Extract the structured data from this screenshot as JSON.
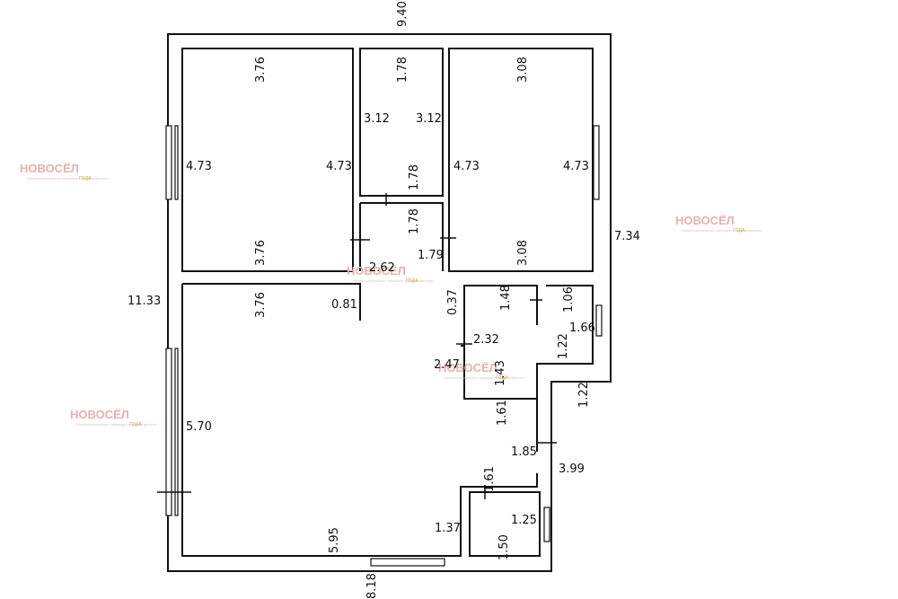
{
  "plan": {
    "overall": {
      "top": "9.40",
      "left": "11.33",
      "right": "7.34",
      "bottom": "8.18",
      "right_lower": "3.99"
    },
    "room_nw": {
      "top": "3.76",
      "bottom": "3.76",
      "left": "4.73",
      "right": "4.73"
    },
    "room_bath": {
      "top": "1.78",
      "left": "3.12",
      "right": "3.12",
      "bottom": "1.78"
    },
    "room_ne": {
      "top": "3.08",
      "bottom": "3.08",
      "left": "4.73",
      "right": "4.73"
    },
    "hall": {
      "width": "1.78",
      "right": "1.79",
      "bottom": "2.62"
    },
    "living": {
      "top": "3.76",
      "nook": "0.81",
      "left": "5.70",
      "bottom": "5.95",
      "right_low": "1.37",
      "gap": "0.37",
      "corridor": "2.47"
    },
    "small_room": {
      "top": "1.48",
      "left": "2.32",
      "step": "1.22",
      "bottom": "1.43"
    },
    "closet": {
      "top": "1.06",
      "right": "1.66"
    },
    "corridor": {
      "outer": "1.22",
      "left": "1.61",
      "width": "1.85"
    },
    "wc": {
      "top": "1.61",
      "right": "1.25",
      "left": "1.50"
    }
  },
  "watermark": {
    "brand": "НОВОСЁЛ",
    "tagline": "Профессиональные операции с недвижимостью",
    "badge": "ГОДА"
  },
  "colors": {
    "wall": "#111111",
    "background": "#ffffff",
    "watermark_red": "#e8b0b0",
    "watermark_gold": "#d8b878"
  }
}
